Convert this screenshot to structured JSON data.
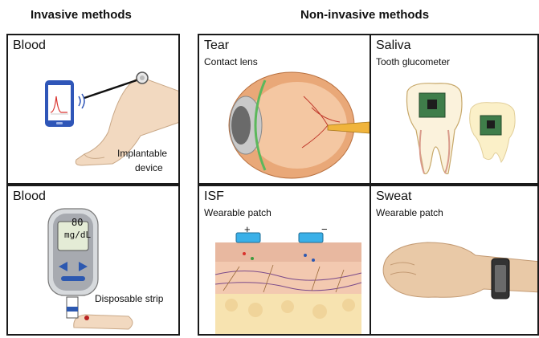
{
  "headings": {
    "invasive": "Invasive methods",
    "non_invasive": "Non-invasive methods"
  },
  "panels": {
    "blood_implant": {
      "title": "Blood",
      "device_label_line1": "Implantable",
      "device_label_line2": "device"
    },
    "blood_strip": {
      "title": "Blood",
      "meter_value": "80",
      "meter_unit": "mg/dL",
      "strip_label": "Disposable strip"
    },
    "tear": {
      "title": "Tear",
      "subtitle": "Contact lens"
    },
    "saliva": {
      "title": "Saliva",
      "subtitle": "Tooth glucometer"
    },
    "isf": {
      "title": "ISF",
      "subtitle": "Wearable patch",
      "plus": "+",
      "minus": "−"
    },
    "sweat": {
      "title": "Sweat",
      "subtitle": "Wearable patch"
    }
  },
  "colors": {
    "border": "#1a1a1a",
    "skin": "#f2d9c0",
    "eye_sclera": "#e9a878",
    "lens_green": "#5cb85c",
    "chip_green": "#3f7d4a",
    "patch_blue": "#3ab0e8",
    "meter_gray": "#a7aab0"
  },
  "icons": [
    "smartphone-icon",
    "implant-icon",
    "glucometer-icon",
    "eye-icon",
    "tooth-icon",
    "chip-icon",
    "skin-layers-icon",
    "wrist-icon"
  ]
}
